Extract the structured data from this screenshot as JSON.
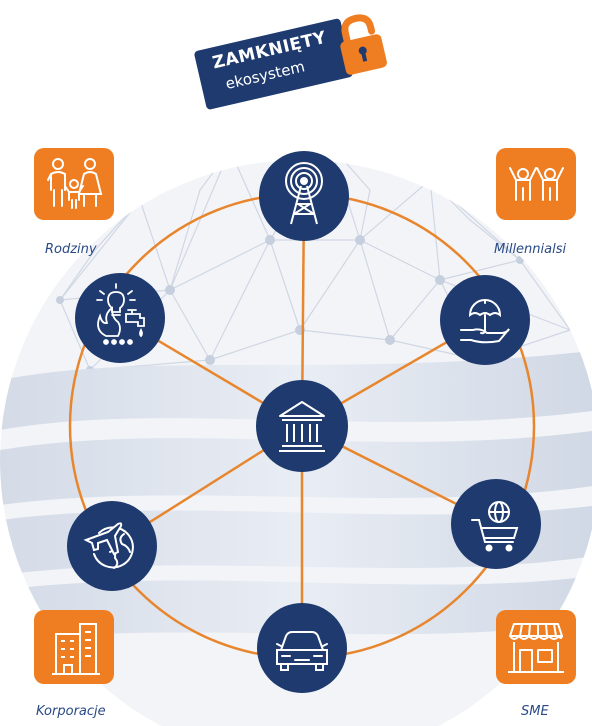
{
  "badge": {
    "title": "ZAMKNIĘTY",
    "subtitle": "ekosystem",
    "lock_icon": "padlock-icon"
  },
  "segments": [
    {
      "id": "rodziny",
      "label": "Rodziny",
      "icon": "family-icon"
    },
    {
      "id": "millennialsi",
      "label": "Millennialsi",
      "icon": "young-people-icon"
    },
    {
      "id": "korporacje",
      "label": "Korporacje",
      "icon": "office-building-icon"
    },
    {
      "id": "sme",
      "label": "SME",
      "icon": "shop-icon"
    }
  ],
  "hub": {
    "icon": "bank-icon"
  },
  "nodes": [
    {
      "id": "telecom",
      "icon": "radio-tower-icon"
    },
    {
      "id": "insurance",
      "icon": "umbrella-hand-icon"
    },
    {
      "id": "ecommerce",
      "icon": "shopping-cart-globe-icon"
    },
    {
      "id": "auto",
      "icon": "car-icon"
    },
    {
      "id": "travel",
      "icon": "plane-globe-icon"
    },
    {
      "id": "utilities",
      "icon": "utilities-icon"
    }
  ],
  "colors": {
    "navy": "#1e3a6e",
    "orange": "#ef7d22",
    "line": "#e8862e",
    "globe": "#dde3ee"
  }
}
